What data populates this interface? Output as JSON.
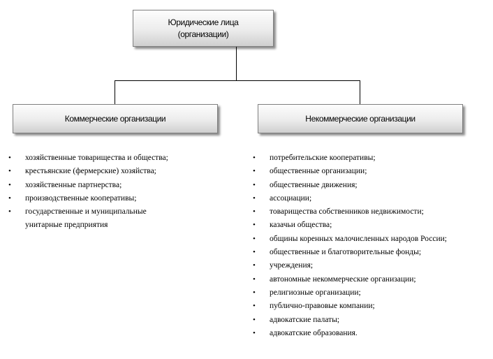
{
  "root": {
    "line1": "Юридические лица",
    "line2": "(организации)"
  },
  "left": {
    "title": "Коммерческие организации",
    "items": [
      "хозяйственные товарищества и общества;",
      "крестьянские (фермерские) хозяйства;",
      "хозяйственные партнерства;",
      "производственные кооперативы;",
      "государственные и муниципальные",
      "унитарные предприятия"
    ]
  },
  "right": {
    "title": "Некоммерческие организации",
    "items": [
      "потребительские кооперативы;",
      "общественные организации;",
      "общественные движения;",
      "ассоциации;",
      "товарищества собственников недвижимости;",
      "казачьи общества;",
      "общины коренных малочисленных народов России;",
      "общественные и благотворительные фонды;",
      "учреждения;",
      "автономные некоммерческие организации;",
      "религиозные организации;",
      "публично-правовые компании;",
      "адвокатские палаты;",
      "адвокатские образования."
    ]
  }
}
